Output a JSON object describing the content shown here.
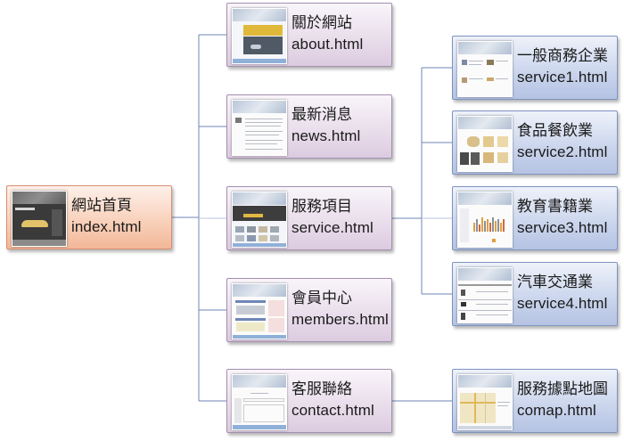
{
  "diagram": {
    "type": "site-map",
    "root": {
      "title": "網站首頁",
      "file": "index.html",
      "thumbnail": "index-page-thumbnail"
    },
    "pages": [
      {
        "title": "關於網站",
        "file": "about.html",
        "thumbnail": "about-page-thumbnail"
      },
      {
        "title": "最新消息",
        "file": "news.html",
        "thumbnail": "news-page-thumbnail"
      },
      {
        "title": "服務項目",
        "file": "service.html",
        "thumbnail": "service-page-thumbnail"
      },
      {
        "title": "會員中心",
        "file": "members.html",
        "thumbnail": "members-page-thumbnail"
      },
      {
        "title": "客服聯絡",
        "file": "contact.html",
        "thumbnail": "contact-page-thumbnail"
      }
    ],
    "service_children": [
      {
        "title": "一般商務企業",
        "file": "service1.html",
        "thumbnail": "service1-page-thumbnail"
      },
      {
        "title": "食品餐飲業",
        "file": "service2.html",
        "thumbnail": "service2-page-thumbnail"
      },
      {
        "title": "教育書籍業",
        "file": "service3.html",
        "thumbnail": "service3-page-thumbnail"
      },
      {
        "title": "汽車交通業",
        "file": "service4.html",
        "thumbnail": "service4-page-thumbnail"
      }
    ],
    "contact_children": [
      {
        "title": "服務據點地圖",
        "file": "comap.html",
        "thumbnail": "map-page-thumbnail"
      }
    ],
    "colors": {
      "root_fill": "#f8cfb8",
      "page_fill": "#e8dcea",
      "sub_fill": "#c9d4ec",
      "connector": "#6f86b6"
    }
  }
}
